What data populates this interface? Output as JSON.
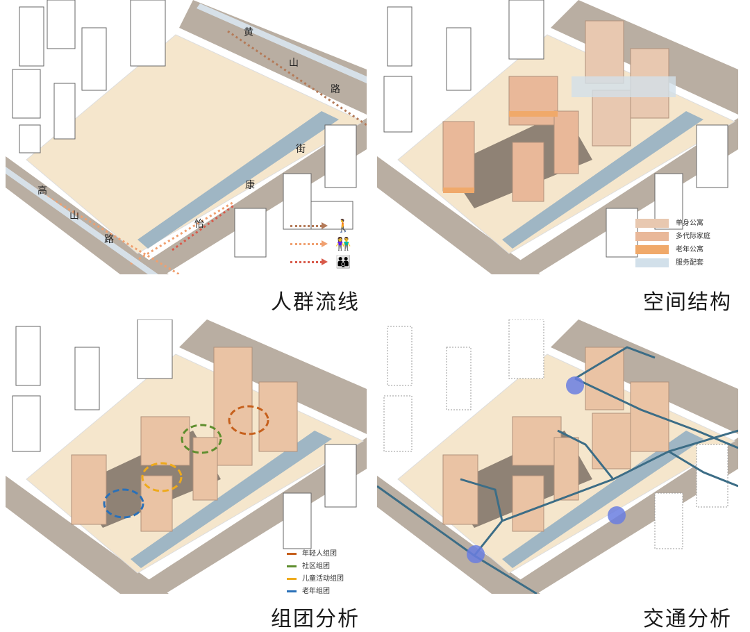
{
  "captions": {
    "p1": "人群流线",
    "p2": "空间结构",
    "p3": "组团分析",
    "p4": "交通分析"
  },
  "roads": {
    "huang": [
      "黄",
      "山",
      "路"
    ],
    "gao": [
      "高",
      "山",
      "路"
    ],
    "jie": [
      "街",
      "康",
      "怡"
    ]
  },
  "legend_flow": [
    {
      "color": "#b47a58",
      "icon": "single-person-icon",
      "glyph": "🚶"
    },
    {
      "color": "#f0a070",
      "icon": "couple-icon",
      "glyph": "👫"
    },
    {
      "color": "#d85a4a",
      "icon": "family-icon",
      "glyph": "👪"
    }
  ],
  "legend_space": [
    {
      "label": "单身公寓",
      "color": "#e8c8b0"
    },
    {
      "label": "多代际家庭",
      "color": "#e9b899"
    },
    {
      "label": "老年公寓",
      "color": "#f0a96a"
    },
    {
      "label": "服务配套",
      "color": "#d2e0ea"
    }
  ],
  "legend_group": [
    {
      "label": "年轻人组团",
      "color": "#c6601c"
    },
    {
      "label": "社区组团",
      "color": "#5e8e2e"
    },
    {
      "label": "儿童活动组团",
      "color": "#eeaa1c"
    },
    {
      "label": "老年组团",
      "color": "#2a70b8"
    }
  ],
  "colors": {
    "road": "#b9aea2",
    "site": "#f5e6cc",
    "building": "#eac3a4",
    "building_dark": "#d9a686",
    "courtyard": "#8f8275",
    "canal": "#9fb6c4",
    "traffic": "#3c6d86",
    "node": "#6a7ee0"
  }
}
